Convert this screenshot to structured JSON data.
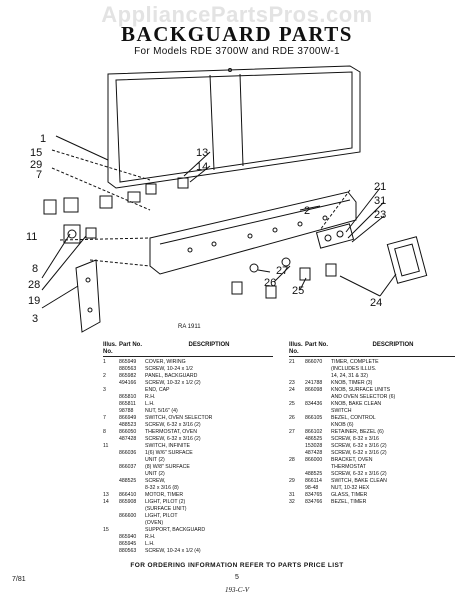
{
  "watermark": "AppliancePartsPros.com",
  "title": "BACKGUARD PARTS",
  "subtitle": "For Models RDE 3700W and RDE 3700W-1",
  "figure_label": "RA 1911",
  "callouts": [
    "1",
    "15",
    "29",
    "7",
    "13",
    "14",
    "2",
    "21",
    "31",
    "23",
    "11",
    "8",
    "28",
    "19",
    "3",
    "27",
    "26",
    "25",
    "24"
  ],
  "table": {
    "headers": {
      "illus": "Illus. No.",
      "part": "Part No.",
      "desc": "DESCRIPTION"
    },
    "left": [
      {
        "no": "1",
        "part": "865949",
        "desc": "COVER, WIRING"
      },
      {
        "no": "",
        "part": "880563",
        "desc": "SCREW, 10-24 x 1/2"
      },
      {
        "no": "2",
        "part": "865982",
        "desc": "PANEL, BACKGUARD"
      },
      {
        "no": "",
        "part": "494166",
        "desc": "SCREW, 10-32 x 1/2 (2)"
      },
      {
        "no": "3",
        "part": "",
        "desc": "END, CAP"
      },
      {
        "no": "",
        "part": "865810",
        "desc": "R.H."
      },
      {
        "no": "",
        "part": "865811",
        "desc": "L.H."
      },
      {
        "no": "",
        "part": "98788",
        "desc": "NUT, 5/16\" (4)"
      },
      {
        "no": "7",
        "part": "866949",
        "desc": "SWITCH, OVEN SELECTOR"
      },
      {
        "no": "",
        "part": "488523",
        "desc": "SCREW, 6-32 x 3/16 (2)"
      },
      {
        "no": "8",
        "part": "866050",
        "desc": "THERMOSTAT, OVEN"
      },
      {
        "no": "",
        "part": "487428",
        "desc": "SCREW, 6-32 x 3/16 (2)"
      },
      {
        "no": "11",
        "part": "",
        "desc": "SWITCH, INFINITE"
      },
      {
        "no": "",
        "part": "866036",
        "desc": "1(6) W/6\" SURFACE"
      },
      {
        "no": "",
        "part": "",
        "desc": "UNIT (2)"
      },
      {
        "no": "",
        "part": "866037",
        "desc": "(8) W/8\" SURFACE"
      },
      {
        "no": "",
        "part": "",
        "desc": "UNIT (2)"
      },
      {
        "no": "",
        "part": "488525",
        "desc": "SCREW,"
      },
      {
        "no": "",
        "part": "",
        "desc": "8-32 x 3/16 (8)"
      },
      {
        "no": "13",
        "part": "866410",
        "desc": "MOTOR, TIMER"
      },
      {
        "no": "14",
        "part": "865908",
        "desc": "LIGHT, PILOT (2)"
      },
      {
        "no": "",
        "part": "",
        "desc": "(SURFACE UNIT)"
      },
      {
        "no": "",
        "part": "866600",
        "desc": "LIGHT, PILOT"
      },
      {
        "no": "",
        "part": "",
        "desc": "(OVEN)"
      },
      {
        "no": "15",
        "part": "",
        "desc": "SUPPORT, BACKGUARD"
      },
      {
        "no": "",
        "part": "865940",
        "desc": "R.H."
      },
      {
        "no": "",
        "part": "865945",
        "desc": "L.H."
      },
      {
        "no": "",
        "part": "880563",
        "desc": "SCREW, 10-24 x 1/2 (4)"
      }
    ],
    "right": [
      {
        "no": "21",
        "part": "866070",
        "desc": "TIMER, COMPLETE"
      },
      {
        "no": "",
        "part": "",
        "desc": "(INCLUDES ILLUS."
      },
      {
        "no": "",
        "part": "",
        "desc": "14, 24, 31 & 32)"
      },
      {
        "no": "23",
        "part": "241788",
        "desc": "KNOB, TIMER (3)"
      },
      {
        "no": "24",
        "part": "866098",
        "desc": "KNOB, SURFACE UNITS"
      },
      {
        "no": "",
        "part": "",
        "desc": "AND OVEN SELECTOR (6)"
      },
      {
        "no": "25",
        "part": "834436",
        "desc": "KNOB, BAKE CLEAN"
      },
      {
        "no": "",
        "part": "",
        "desc": "SWITCH"
      },
      {
        "no": "",
        "part": "",
        "desc": ""
      },
      {
        "no": "",
        "part": "",
        "desc": ""
      },
      {
        "no": "26",
        "part": "866105",
        "desc": "BEZEL, CONTROL"
      },
      {
        "no": "",
        "part": "",
        "desc": "KNOB (6)"
      },
      {
        "no": "27",
        "part": "866102",
        "desc": "RETAINER, BEZEL (6)"
      },
      {
        "no": "",
        "part": "486525",
        "desc": "SCREW, 8-32 x 3/16"
      },
      {
        "no": "",
        "part": "153028",
        "desc": "SCREW, 6-32 x 3/16 (2)"
      },
      {
        "no": "",
        "part": "487428",
        "desc": "SCREW, 6-32 x 3/16 (2)"
      },
      {
        "no": "28",
        "part": "866000",
        "desc": "BRACKET, OVEN"
      },
      {
        "no": "",
        "part": "",
        "desc": "THERMOSTAT"
      },
      {
        "no": "",
        "part": "488525",
        "desc": "SCREW, 6-32 x 3/16 (2)"
      },
      {
        "no": "29",
        "part": "866114",
        "desc": "SWITCH, BAKE CLEAN"
      },
      {
        "no": "",
        "part": "98-48",
        "desc": "NUT, 10-32 HEX"
      },
      {
        "no": "31",
        "part": "834765",
        "desc": "GLASS, TIMER"
      },
      {
        "no": "32",
        "part": "834766",
        "desc": "BEZEL, TIMER"
      }
    ]
  },
  "footer": "FOR ORDERING INFORMATION REFER TO PARTS PRICE LIST",
  "bottom_left": "7/81",
  "bottom_center": "5",
  "bottom_stamp": "193-C-V"
}
